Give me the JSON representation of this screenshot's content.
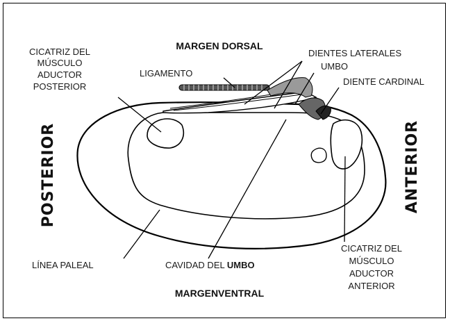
{
  "labels": {
    "dorsal_margin": "MARGEN DORSAL",
    "ventral_margin": "MARGENVENTRAL",
    "posterior": "POSTERIOR",
    "anterior": "ANTERIOR",
    "post_adductor": [
      "CICATRIZ DEL",
      "MÚSCULO",
      "ADUCTOR",
      "POSTERIOR"
    ],
    "ligament": "LIGAMENTO",
    "lateral_teeth": "DIENTES LATERALES",
    "umbo": "UMBO",
    "cardinal_tooth": "DIENTE CARDINAL",
    "pallial_line": "LÍNEA PALEAL",
    "umbo_cavity_prefix": "CAVIDAD DEL ",
    "umbo_cavity_bold": "UMBO",
    "ant_adductor": [
      "CICATRIZ DEL",
      "MÚSCULO",
      "ADUCTOR",
      "ANTERIOR"
    ]
  }
}
